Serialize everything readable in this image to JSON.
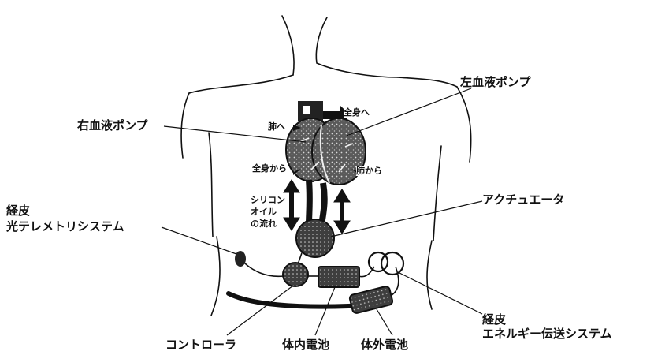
{
  "labels": {
    "left_blood_pump": "左血液ポンプ",
    "right_blood_pump": "右血液ポンプ",
    "actuator": "アクチュエータ",
    "telemetry_line1": "経皮",
    "telemetry_line2": "光テレメトリシステム",
    "energy_line1": "経皮",
    "energy_line2": "エネルギー伝送システム",
    "controller": "コントローラ",
    "internal_battery": "体内電池",
    "external_battery": "体外電池"
  },
  "flow_labels": {
    "to_lungs": "肺へ",
    "to_body": "全身へ",
    "from_body": "全身から",
    "from_lungs": "肺から",
    "silicone_oil_line1": "シリコン",
    "silicone_oil_line2": "オイル",
    "silicone_oil_line3": "の流れ"
  },
  "colors": {
    "ink": "#111111",
    "pump_fill": "#5a5a5a",
    "device_fill": "#4a4a4a",
    "background": "#ffffff"
  }
}
